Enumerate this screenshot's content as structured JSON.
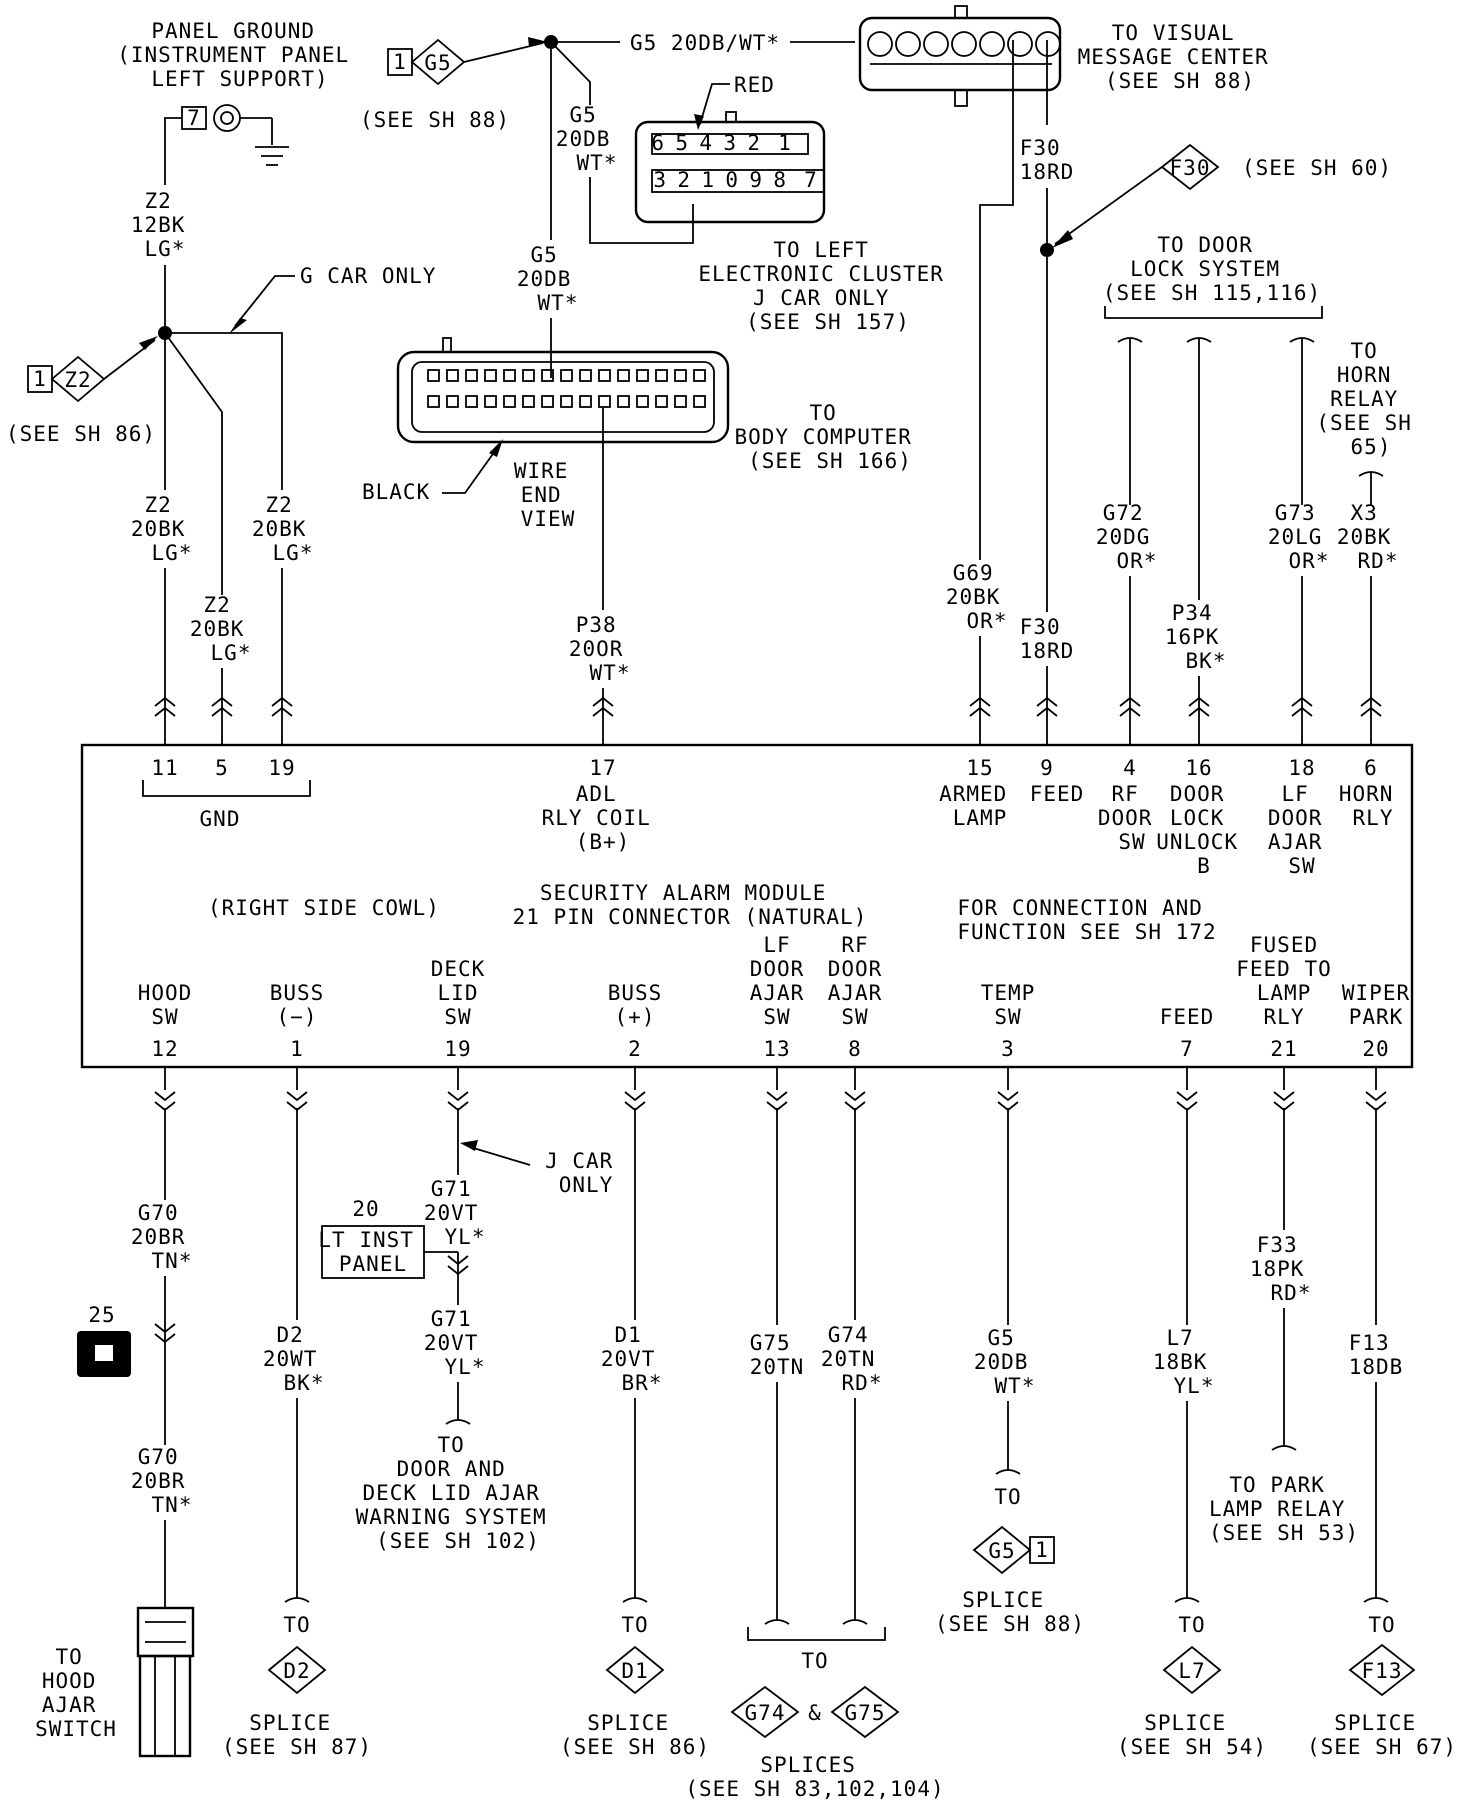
{
  "top_left": {
    "panel_ground": [
      "PANEL GROUND",
      "(INSTRUMENT PANEL",
      "LEFT SUPPORT)"
    ],
    "ground_id": "7",
    "z2_top": [
      "Z2",
      "12BK",
      "LG*"
    ],
    "g_car_only": "G CAR ONLY",
    "z2_tag": "Z2",
    "z2_tag_num": "1",
    "see_sh_86": "(SEE SH 86)",
    "z2_11": [
      "Z2",
      "20BK",
      "LG*"
    ],
    "z2_5": [
      "Z2",
      "20BK",
      "LG*"
    ],
    "z2_19": [
      "Z2",
      "20BK",
      "LG*"
    ]
  },
  "top_mid": {
    "g5_tag": "G5",
    "g5_tag_num": "1",
    "see_sh_88": "(SEE SH 88)",
    "g5_line_label": "G5 20DB/WT*",
    "g5_to_cluster": [
      "G5",
      "20DB",
      "WT*"
    ],
    "red": "RED",
    "cluster_pins_top": [
      "6",
      "5",
      "4",
      "3",
      "2",
      "1"
    ],
    "cluster_pins_bottom": [
      "3",
      "2",
      "1",
      "0",
      "9",
      "8",
      "7"
    ],
    "to_left_cluster": [
      "TO LEFT",
      "ELECTRONIC CLUSTER",
      "J CAR ONLY",
      "(SEE SH 157)"
    ],
    "g5_to_bcm": [
      "G5",
      "20DB",
      "WT*"
    ],
    "to_body_computer": [
      "TO",
      "BODY COMPUTER",
      "(SEE SH 166)"
    ],
    "black": "BLACK",
    "wire_end_view": [
      "WIRE",
      "END",
      "VIEW"
    ],
    "p38": [
      "P38",
      "20OR",
      "WT*"
    ]
  },
  "top_right": {
    "to_visual": [
      "TO VISUAL",
      "MESSAGE CENTER",
      "(SEE SH 88)"
    ],
    "f30_top": [
      "F30",
      "18RD"
    ],
    "f30_tag": "F30",
    "see_sh_60": "(SEE SH 60)",
    "to_door_lock": [
      "TO DOOR",
      "LOCK SYSTEM",
      "(SEE SH 115,116)"
    ],
    "to_horn_relay": [
      "TO",
      "HORN",
      "RELAY",
      "(SEE SH",
      "65)"
    ],
    "g69": [
      "G69",
      "20BK",
      "OR*"
    ],
    "f30_bottom": [
      "F30",
      "18RD"
    ],
    "g72": [
      "G72",
      "20DG",
      "OR*"
    ],
    "p34": [
      "P34",
      "16PK",
      "BK*"
    ],
    "g73": [
      "G73",
      "20LG",
      "OR*"
    ],
    "x3": [
      "X3",
      "20BK",
      "RD*"
    ]
  },
  "module": {
    "top_pins": [
      "11",
      "5",
      "19",
      "17",
      "15",
      "9",
      "4",
      "16",
      "18",
      "6"
    ],
    "gnd": "GND",
    "adl": [
      "ADL",
      "RLY COIL",
      "(B+)"
    ],
    "armed": [
      "ARMED",
      "LAMP"
    ],
    "feed": [
      "FEED"
    ],
    "rf_door": [
      "RF",
      "DOOR",
      "SW"
    ],
    "door_lock": [
      "DOOR",
      "LOCK",
      "UNLOCK",
      "B"
    ],
    "lf_door": [
      "LF",
      "DOOR",
      "AJAR",
      "SW"
    ],
    "horn": [
      "HORN",
      "RLY"
    ],
    "right_side_cowl": "(RIGHT SIDE COWL)",
    "module_name": [
      "SECURITY ALARM MODULE",
      "21 PIN CONNECTOR (NATURAL)"
    ],
    "for_connection": [
      "FOR CONNECTION AND",
      "FUNCTION SEE SH 172"
    ],
    "bottom_labels": [
      [
        "HOOD",
        "SW"
      ],
      [
        "BUSS",
        "(−)"
      ],
      [
        "DECK",
        "LID",
        "SW"
      ],
      [
        "BUSS",
        "(+)"
      ],
      [
        "LF",
        "DOOR",
        "AJAR",
        "SW"
      ],
      [
        "RF",
        "DOOR",
        "AJAR",
        "SW"
      ],
      [
        "TEMP",
        "SW"
      ],
      [
        "FEED"
      ],
      [
        "FUSED",
        "FEED TO",
        "LAMP",
        "RLY"
      ],
      [
        "WIPER",
        "PARK"
      ]
    ],
    "bottom_pins": [
      "12",
      "1",
      "19",
      "2",
      "13",
      "8",
      "3",
      "7",
      "21",
      "20"
    ]
  },
  "bottom": {
    "g70_a": [
      "G70",
      "20BR",
      "TN*"
    ],
    "conn_25": "25",
    "g70_b": [
      "G70",
      "20BR",
      "TN*"
    ],
    "to_hood": [
      "TO",
      "HOOD",
      "AJAR",
      "SWITCH"
    ],
    "d2": [
      "D2",
      "20WT",
      "BK*"
    ],
    "d2_to": "TO",
    "d2_tag": "D2",
    "d2_splice": [
      "SPLICE",
      "(SEE SH 87)"
    ],
    "conn_20": "20",
    "lt_inst": [
      "LT INST",
      "PANEL"
    ],
    "j_car_only": [
      "J CAR",
      "ONLY"
    ],
    "g71_a": [
      "G71",
      "20VT",
      "YL*"
    ],
    "g71_b": [
      "G71",
      "20VT",
      "YL*"
    ],
    "to_door_deck": [
      "TO",
      "DOOR AND",
      "DECK LID AJAR",
      "WARNING SYSTEM",
      "(SEE SH 102)"
    ],
    "d1": [
      "D1",
      "20VT",
      "BR*"
    ],
    "d1_to": "TO",
    "d1_tag": "D1",
    "d1_splice": [
      "SPLICE",
      "(SEE SH 86)"
    ],
    "g75": [
      "G75",
      "20TN"
    ],
    "g74": [
      "G74",
      "20TN",
      "RD*"
    ],
    "g74_to": "TO",
    "g74_tag": "G74",
    "amp": "&",
    "g75_tag": "G75",
    "splices": [
      "SPLICES",
      "(SEE SH 83,102,104)"
    ],
    "g5": [
      "G5",
      "20DB",
      "WT*"
    ],
    "g5_to": "TO",
    "g5_tag": "G5",
    "g5_tag_num": "1",
    "g5_splice": [
      "SPLICE",
      "(SEE SH 88)"
    ],
    "l7": [
      "L7",
      "18BK",
      "YL*"
    ],
    "l7_to": "TO",
    "l7_tag": "L7",
    "l7_splice": [
      "SPLICE",
      "(SEE SH 54)"
    ],
    "f33": [
      "F33",
      "18PK",
      "RD*"
    ],
    "to_park": [
      "TO PARK",
      "LAMP RELAY",
      "(SEE SH 53)"
    ],
    "f13": [
      "F13",
      "18DB"
    ],
    "f13_to": "TO",
    "f13_tag": "F13",
    "f13_splice": [
      "SPLICE",
      "(SEE SH 67)"
    ]
  }
}
